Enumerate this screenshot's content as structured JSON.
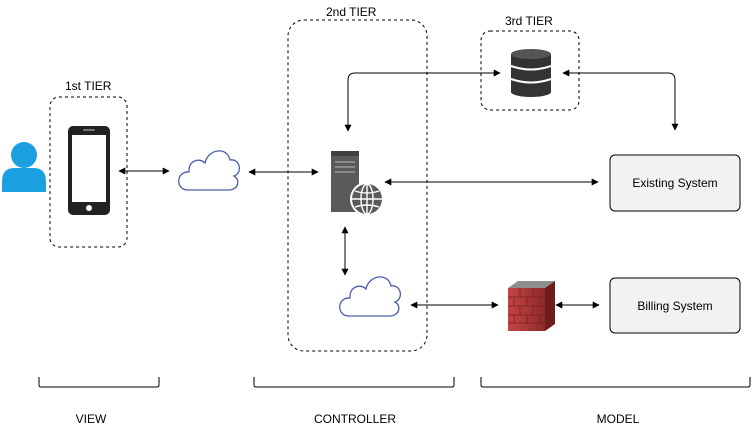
{
  "tiers": {
    "tier1": "1st TIER",
    "tier2": "2nd TIER",
    "tier3": "3rd TIER"
  },
  "systems": {
    "existing": "Existing System",
    "billing": "Billing System"
  },
  "sections": {
    "view": "VIEW",
    "controller": "CONTROLLER",
    "model": "MODEL"
  },
  "colors": {
    "user": "#1ba1e2",
    "cloud": "#4a5fa8",
    "server": "#5a5a5a",
    "firewall": "#b03535",
    "database": "#333333",
    "box_fill": "#f2f2f2",
    "line": "#000000"
  },
  "icons": [
    "user-icon",
    "mobile-phone-icon",
    "cloud-icon",
    "server-globe-icon",
    "database-icon",
    "firewall-icon"
  ]
}
